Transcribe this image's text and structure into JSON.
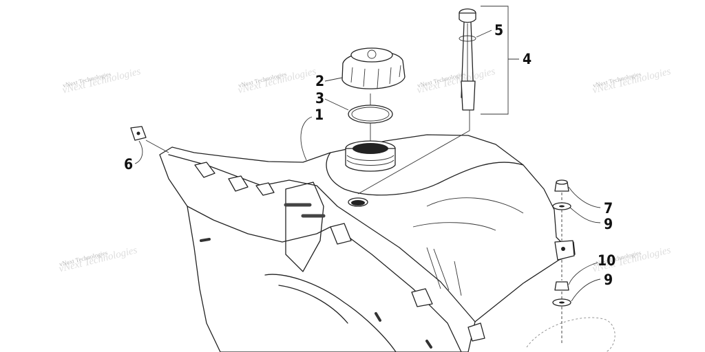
{
  "diagram": {
    "callouts": [
      {
        "id": "1",
        "label": "1"
      },
      {
        "id": "2",
        "label": "2"
      },
      {
        "id": "3",
        "label": "3"
      },
      {
        "id": "4",
        "label": "4"
      },
      {
        "id": "5",
        "label": "5"
      },
      {
        "id": "6",
        "label": "6"
      },
      {
        "id": "7",
        "label": "7"
      },
      {
        "id": "9a",
        "label": "9"
      },
      {
        "id": "10",
        "label": "10"
      },
      {
        "id": "9b",
        "label": "9"
      }
    ],
    "watermark": "vNext Technologies"
  }
}
